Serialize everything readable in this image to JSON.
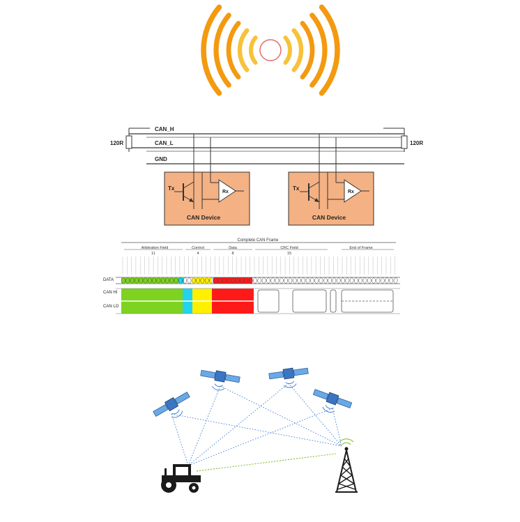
{
  "signal": {
    "icon": "wireless-signal-icon",
    "colors": {
      "inner": "#f7c23a",
      "outer": "#f39a10",
      "core": "#e46b6b"
    }
  },
  "bus": {
    "lines": [
      "CAN_H",
      "CAN_L",
      "GND"
    ],
    "terminator_left": "120R",
    "terminator_right": "120R",
    "devices": [
      {
        "tx": "Tx",
        "rx": "Rx",
        "label": "CAN Device"
      },
      {
        "tx": "Tx",
        "rx": "Rx",
        "label": "CAN Device"
      }
    ],
    "device_color": "#f4b183"
  },
  "frame": {
    "title": "Complete CAN Frame",
    "fields": [
      {
        "name": "Arbitration Field",
        "bits": "11"
      },
      {
        "name": "Control",
        "bits": "4"
      },
      {
        "name": "Data",
        "bits": "8"
      },
      {
        "name": "CRC Field",
        "bits": "15"
      },
      {
        "name": "End of Frame",
        "bits": ""
      }
    ],
    "rows": [
      "DATA",
      "CAN HI",
      "CAN LO"
    ],
    "segment_colors": [
      "#7ed321",
      "#22d3ee",
      "#fff000",
      "#ff1a1a"
    ]
  },
  "network": {
    "icons": [
      "satellite-icon",
      "tractor-icon",
      "cell-tower-icon"
    ],
    "link_color": "#3d7fd6",
    "ground_link_color": "#8bbf3a"
  }
}
